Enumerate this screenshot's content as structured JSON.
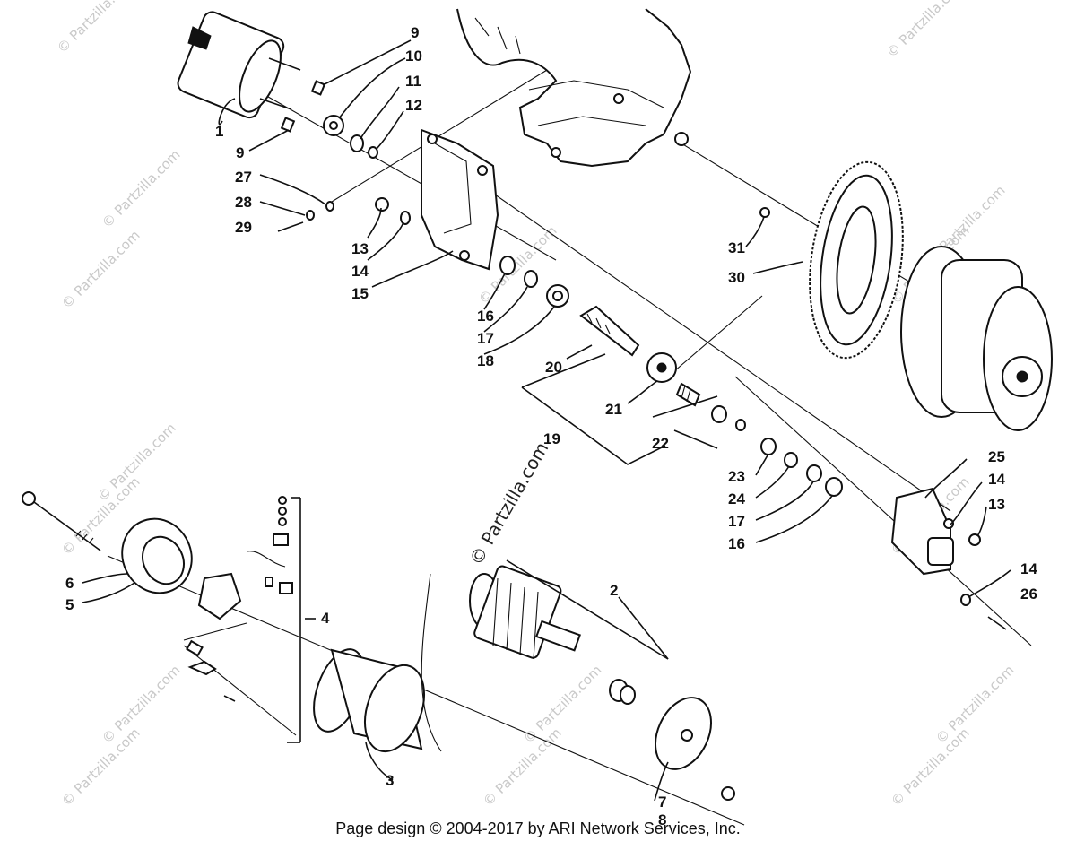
{
  "footer": {
    "copyright": "Page design © 2004-2017 by ARI Network Services, Inc."
  },
  "watermark": {
    "small": "© Partzilla.com",
    "center": "© Partzilla.com"
  },
  "callouts": {
    "n1": "1",
    "n2": "2",
    "n3": "3",
    "n4": "4",
    "n5": "5",
    "n6": "6",
    "n7": "7",
    "n8": "8",
    "n9": "9",
    "n10": "10",
    "n11": "11",
    "n12": "12",
    "n13": "13",
    "n14": "14",
    "n15": "15",
    "n16": "16",
    "n17": "17",
    "n18": "18",
    "n19": "19",
    "n20": "20",
    "n21": "21",
    "n22": "22",
    "n23": "23",
    "n24": "24",
    "n25": "25",
    "n26": "26",
    "n27": "27",
    "n28": "28",
    "n29": "29",
    "n30": "30",
    "n31": "31"
  }
}
